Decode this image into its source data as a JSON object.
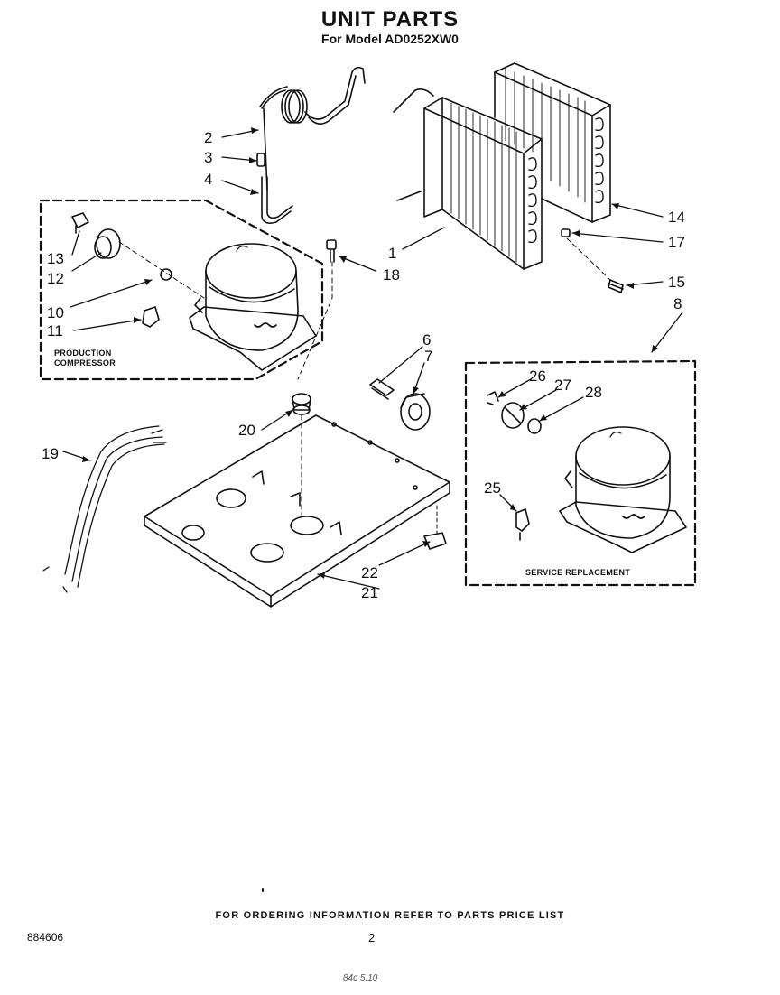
{
  "header": {
    "title": "UNIT PARTS",
    "subtitle": "For Model AD0252XW0"
  },
  "boxes": {
    "production_label_line1": "PRODUCTION",
    "production_label_line2": "COMPRESSOR",
    "service_label": "SERVICE REPLACEMENT"
  },
  "callouts": [
    "1",
    "2",
    "3",
    "4",
    "6",
    "7",
    "8",
    "10",
    "11",
    "12",
    "13",
    "14",
    "15",
    "17",
    "18",
    "19",
    "20",
    "21",
    "22",
    "25",
    "26",
    "27",
    "28"
  ],
  "footer": {
    "ordering_note": "FOR ORDERING INFORMATION REFER TO PARTS PRICE LIST",
    "doc_number": "884606",
    "page_number": "2",
    "handwritten_note": "84c 5.10"
  }
}
